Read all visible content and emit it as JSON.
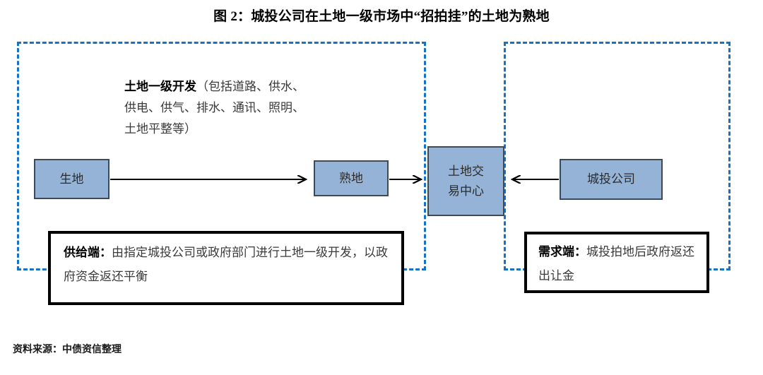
{
  "figure": {
    "title": "图 2：城投公司在土地一级市场中“招拍挂”的土地为熟地",
    "source_note": "资料来源：中债资信整理"
  },
  "colors": {
    "node_fill": "#95B3D7",
    "node_border": "#3A4A5A",
    "dashed_region": "#1772C4",
    "caption_border": "#000000",
    "connector": "#000000"
  },
  "regions": [
    {
      "id": "supply",
      "name": "supply-side-region",
      "border_style": "dashed"
    },
    {
      "id": "demand",
      "name": "demand-side-region",
      "border_style": "dashed"
    }
  ],
  "development_note": {
    "lead": "土地一级开发",
    "rest": "（包括道路、供水、供电、供气、排水、通讯、照明、土地平整等）"
  },
  "nodes": {
    "raw_land": "生地",
    "developed_land": "熟地",
    "exchange_center_line1": "土地交",
    "exchange_center_line2": "易中心",
    "city_investment": "城投公司"
  },
  "captions": {
    "supply": {
      "lead": "供给端：",
      "rest": "由指定城投公司或政府部门进行土地一级开发，以政府资金返还平衡"
    },
    "demand": {
      "lead": "需求端：",
      "rest": "城投拍地后政府返还出让金"
    }
  },
  "connectors": [
    {
      "name": "arrow-raw-to-developed",
      "from": "生地",
      "to": "熟地",
      "direction": "right"
    },
    {
      "name": "arrow-developed-to-exchange",
      "from": "熟地",
      "to": "土地交易中心",
      "direction": "right"
    },
    {
      "name": "arrow-cityinvest-to-exchange",
      "from": "城投公司",
      "to": "土地交易中心",
      "direction": "left"
    }
  ]
}
